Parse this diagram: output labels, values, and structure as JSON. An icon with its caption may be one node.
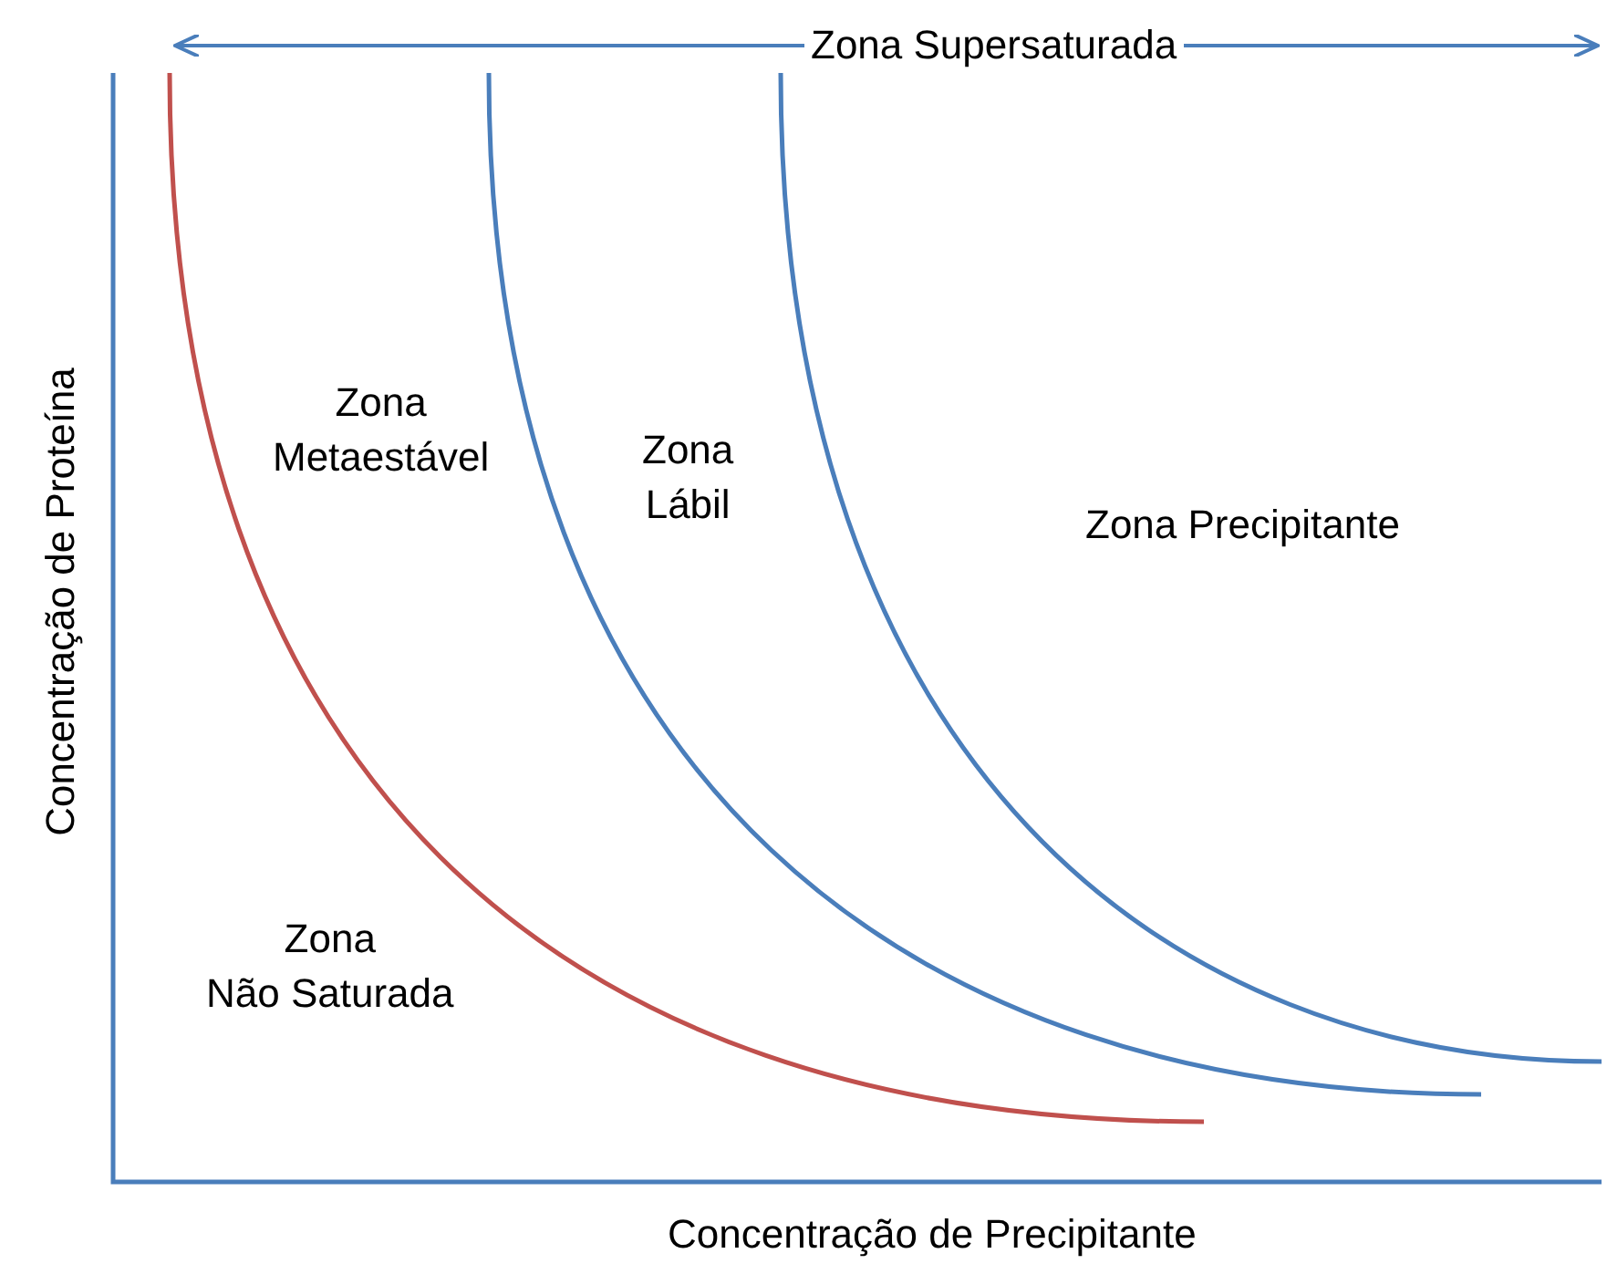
{
  "diagram": {
    "labels": [
      "Zona Supersaturada",
      "Zona Metaestável",
      "Zona Lábil",
      "Zona Precipitante",
      "Concentração de Proteína",
      "Zona Não Saturada",
      "Concentração de Precipitante"
    ]
  }
}
